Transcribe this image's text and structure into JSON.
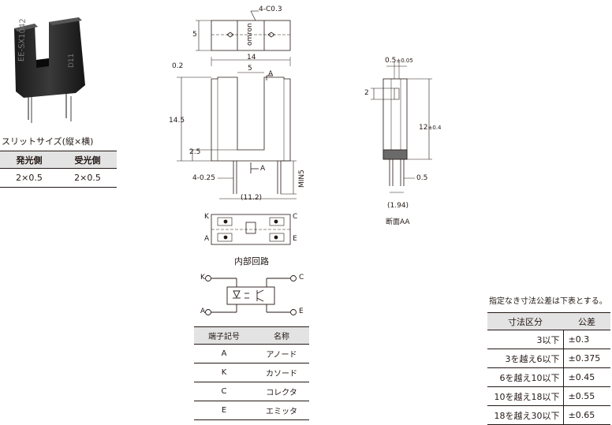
{
  "photo": {
    "model_text": "EE-SX1042",
    "code_text": "D11"
  },
  "slit": {
    "title": "スリットサイズ(縦×横)",
    "headers": [
      "発光側",
      "受光側"
    ],
    "row": [
      "2×0.5",
      "2×0.5"
    ]
  },
  "top_view": {
    "chamfer": "4-C0.3",
    "depth": "5",
    "brand": "omron"
  },
  "front_view": {
    "width": "14",
    "slot": "5",
    "section_mark": "A",
    "edge": "0.2",
    "height": "14.5",
    "step": "2.5",
    "pins": "4-0.25",
    "pin_len": "MIN5",
    "pitch": "(11.2)"
  },
  "section_view": {
    "slit_w": "0.5",
    "slit_w_tol": "±0.05",
    "slit_h": "2",
    "height": "12",
    "height_tol": "±0.4",
    "pin_w": "0.5",
    "pin_pitch": "(1.94)",
    "caption": "断面AA"
  },
  "bottom_view": {
    "k": "K",
    "c": "C",
    "a": "A",
    "e": "E"
  },
  "circuit": {
    "title": "内部回路",
    "k": "K",
    "c": "C",
    "a": "A",
    "e": "E"
  },
  "terminals": {
    "headers": [
      "端子記号",
      "名称"
    ],
    "rows": [
      [
        "A",
        "アノード"
      ],
      [
        "K",
        "カソード"
      ],
      [
        "C",
        "コレクタ"
      ],
      [
        "E",
        "エミッタ"
      ]
    ]
  },
  "tolerance": {
    "title": "指定なき寸法公差は下表とする。",
    "headers": [
      "寸法区分",
      "公差"
    ],
    "rows": [
      [
        "3以下",
        "±0.3"
      ],
      [
        "3を越え6以下",
        "±0.375"
      ],
      [
        "6を越え10以下",
        "±0.45"
      ],
      [
        "10を越え18以下",
        "±0.55"
      ],
      [
        "18を越え30以下",
        "±0.65"
      ]
    ]
  }
}
